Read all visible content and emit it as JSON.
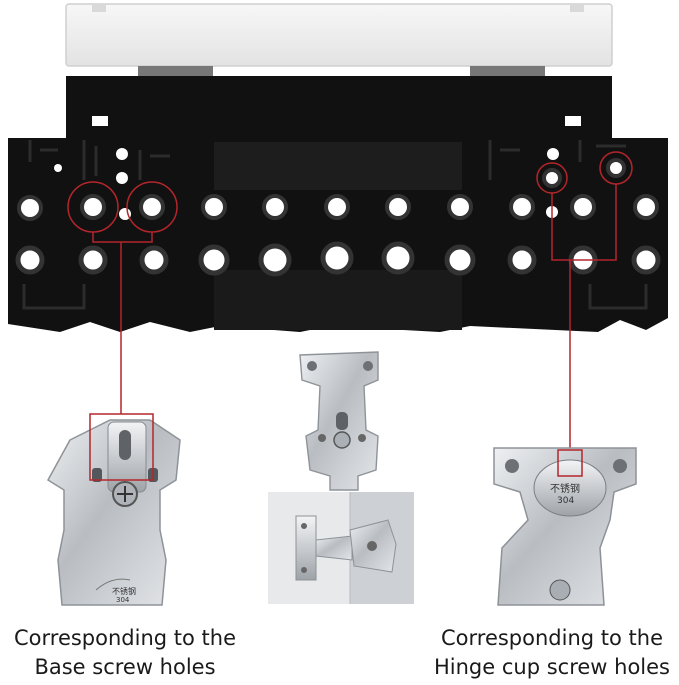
{
  "captions": {
    "base": {
      "line1": "Corresponding to the",
      "line2": "Base screw holes"
    },
    "hinge_cup": {
      "line1": "Corresponding to the",
      "line2": "Hinge cup screw holes"
    }
  },
  "stamps": {
    "hinge_mark": "不锈钢",
    "grade": "304"
  },
  "colors": {
    "jig": "#111111",
    "highlight": "#b3262c",
    "metal": "#c9ccd0"
  }
}
